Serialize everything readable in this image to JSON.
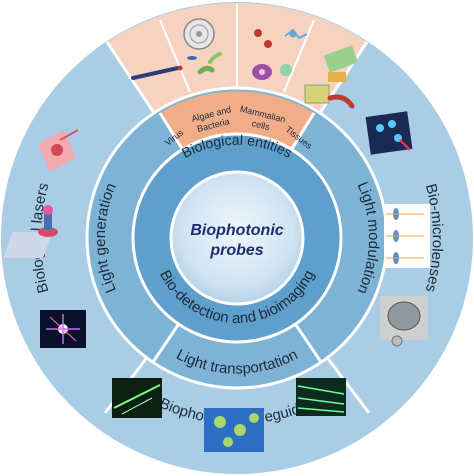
{
  "center": {
    "line1": "Biophotonic",
    "line2": "probes"
  },
  "inner_ring": {
    "caption": "Bio-detection and bioimaging"
  },
  "middle_ring": {
    "light_generation": "Light generation",
    "light_modulation": "Light modulation",
    "light_transportation": "Light transportation",
    "biological_entities": "Biological entities"
  },
  "outer_ring": {
    "biological_lasers": "Biological lasers",
    "bio_microlenses": "Bio-microlenses",
    "biophotonic_waveguides": "Biophotonic waveguides"
  },
  "entities": {
    "virus": "Virus",
    "algae_line1": "Algae and",
    "algae_line2": "Bacteria",
    "mammalian_line1": "Mammalian",
    "mammalian_line2": "cells",
    "tissues": "Tissues"
  },
  "colors": {
    "outer_blue": "#a9cde4",
    "mid_blue": "#7eb3d6",
    "inner_blue": "#5b9bc8",
    "center_light": "#dcecf7",
    "peach_outer": "#f6d3c1",
    "peach_mid": "#f0ad88",
    "title_navy": "#1d2f6e"
  }
}
